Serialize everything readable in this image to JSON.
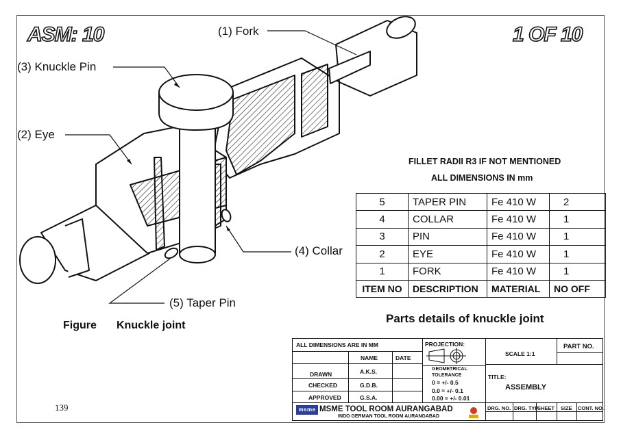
{
  "header": {
    "asm_label": "ASM: 10",
    "page_of": "1 OF 10"
  },
  "callouts": {
    "fork": "(1) Fork",
    "knuckle_pin": "(3) Knuckle Pin",
    "eye": "(2) Eye",
    "collar": "(4) Collar",
    "taper_pin": "(5) Taper Pin"
  },
  "figure_caption": {
    "label": "Figure",
    "title": "Knuckle joint"
  },
  "notes": {
    "fillet": "FILLET RADII R3 IF NOT MENTIONED",
    "dimensions": "ALL DIMENSIONS IN mm"
  },
  "parts_table": {
    "headers": [
      "ITEM NO",
      "DESCRIPTION",
      "MATERIAL",
      "NO OFF"
    ],
    "rows": [
      [
        "5",
        "TAPER PIN",
        "Fe 410 W",
        "2"
      ],
      [
        "4",
        "COLLAR",
        "Fe 410 W",
        "1"
      ],
      [
        "3",
        "PIN",
        "Fe 410 W",
        "1"
      ],
      [
        "2",
        "EYE",
        "Fe 410 W",
        "1"
      ],
      [
        "1",
        "FORK",
        "Fe 410 W",
        "1"
      ]
    ]
  },
  "parts_title": "Parts details of knuckle joint",
  "title_block": {
    "all_dims": "ALL DIMENSIONS ARE IN MM",
    "name_header": "NAME",
    "date_header": "DATE",
    "drawn_label": "DRAWN",
    "drawn_name": "A.K.S.",
    "checked_label": "CHECKED",
    "checked_name": "G.D.B.",
    "approved_label": "APPROVED",
    "approved_name": "G.S.A.",
    "projection": "PROJECTION:",
    "geo_tol_1": "GEOMETRICAL",
    "geo_tol_2": "TOLERANCE",
    "tol_1": "0    = +/- 0.5",
    "tol_2": "0.0  = +/- 0.1",
    "tol_3": "0.00 = +/- 0.01",
    "scale": "SCALE  1:1",
    "part_no": "PART NO.",
    "title_label": "TITLE:",
    "title_value": "ASSEMBLY",
    "org_name": "MSME TOOL ROOM AURANGABAD",
    "org_sub": "INDO GERMAN TOOL ROOM AURANGABAD",
    "logo_text": "msme",
    "footer_cols": [
      "DRG. NO.",
      "DRG. TYP",
      "SHEET",
      "SIZE",
      "CONT. NO."
    ]
  },
  "page_number": "139"
}
